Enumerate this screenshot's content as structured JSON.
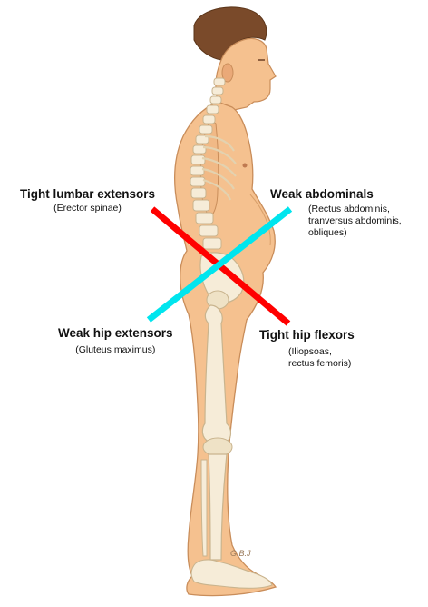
{
  "annotations": {
    "tight_lumbar": {
      "title": "Tight lumbar extensors",
      "detail": [
        "(Erector spinae)"
      ]
    },
    "weak_abdominals": {
      "title": "Weak abdominals",
      "detail": [
        "(Rectus abdominis,",
        "tranversus abdominis,",
        "obliques)"
      ]
    },
    "weak_hip_extensors": {
      "title": "Weak hip extensors",
      "detail": [
        "(Gluteus maximus)"
      ]
    },
    "tight_hip_flexors": {
      "title": "Tight hip flexors",
      "detail": [
        "(Iliopsoas,",
        "rectus femoris)"
      ]
    }
  },
  "signature": "G.B.J",
  "colors": {
    "tight_line": "#ff0000",
    "weak_line": "#00e5ee",
    "skin": "#f5c18f",
    "skin_outline": "#c98d5a",
    "bone": "#f6ecd8",
    "bone_outline": "#c9b48e",
    "hair": "#7a4a2a"
  },
  "icons": {
    "tight_line": "red-diagonal-line",
    "weak_line": "cyan-diagonal-line",
    "body": "human-side-view-illustration"
  }
}
